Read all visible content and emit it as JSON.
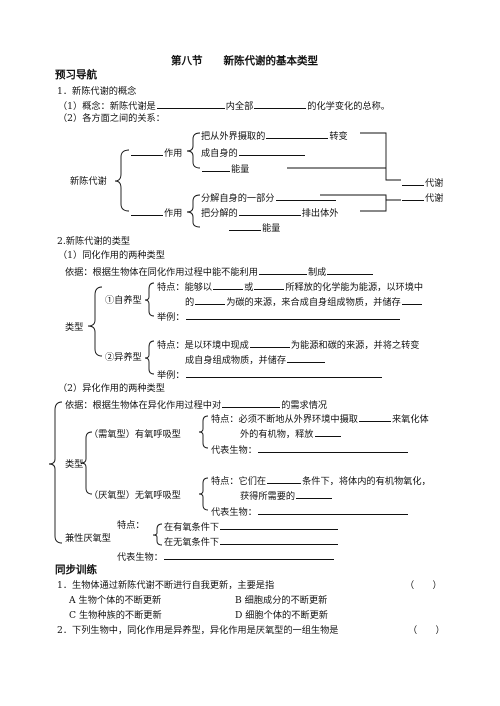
{
  "title": "第八节　　新陈代谢的基本类型",
  "section_preview": "预习导航",
  "s1": "1．新陈代谢的概念",
  "s1_1a": "（1）概念：新陈代谢是",
  "s1_1b": "内全部",
  "s1_1c": "的化学变化的总称。",
  "s1_2": "（2）各方面之间的关系：",
  "tree": {
    "root": "新陈代谢",
    "zuoyong": "作用",
    "a1a": "把从外界摄取的",
    "a1b": "转变",
    "a2": "成自身的",
    "a3": "能量",
    "b1": "分解自身的一部分",
    "b2a": "把分解的",
    "b2b": "排出体外",
    "b3": "能量",
    "daixie": "代谢"
  },
  "s2": "2.新陈代谢的类型",
  "s2_1": "（1）同化作用的两种类型",
  "s2_1_basis_a": "依据：根据生物体在同化作用过程中能不能利用",
  "s2_1_basis_b": "制成",
  "leixing": "类型",
  "ziyang": "①自养型",
  "tedian": "特点：",
  "z1a": "能够以",
  "z1b": "或",
  "z1c": "所释放的化学能为能源，以环境中",
  "z2a": "的",
  "z2b": "为碳的来源，来合成自身组成物质，并储存",
  "juli": "举例：",
  "yiyang": "②异养型",
  "y1a": "特点：是以环境中现成",
  "y1b": "为能源和碳的来源，并将之转变",
  "y2": "成自身组成物质，并储存",
  "s2_2": "（2）异化作用的两种类型",
  "s2_2_basis_a": "依据：根据生物体在异化作用过程中对",
  "s2_2_basis_b": "的需求情况",
  "aerobic": "（需氧型）有氧呼吸型",
  "ae1a": "特点：必须不断地从外界环境中摄取",
  "ae1b": "来氧化体",
  "ae2": "外的有机物，释放",
  "daibiao": "代表生物：",
  "anaerobic": "（厌氧型）无氧呼吸型",
  "an1a": "特点：它们在",
  "an1b": "条件下，将体内的有机物氧化，",
  "an2": "获得所需要的",
  "facultative": "兼性厌氧型",
  "f1": "特点：",
  "f1a": "在有氧条件下",
  "f1b": "在无氧条件下",
  "f3": "代表生物：",
  "section_practice": "同步训练",
  "q1": "1．生物体通过新陈代谢不断进行自我更新，主要是指",
  "q1_paren": "（　　）",
  "q1A": "A 生物个体的不断更新",
  "q1B": "B 细胞成分的不断更新",
  "q1C": "C 生物种族的不断更新",
  "q1D": "D 细胞个体的不断更新",
  "q2": "2．下列生物中，同化作用是异养型，异化作用是厌氧型的一组生物是",
  "q2_paren": "（　　）"
}
